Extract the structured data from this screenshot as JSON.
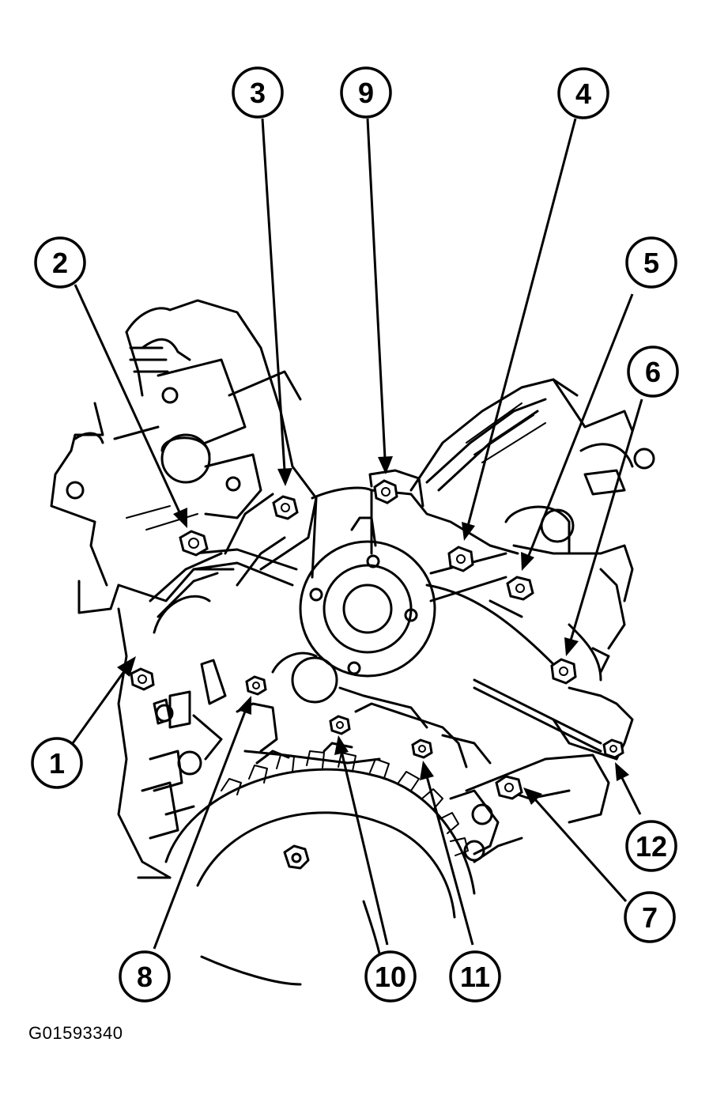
{
  "figure": {
    "id_label": "G01593340"
  },
  "callouts": [
    {
      "number": "1"
    },
    {
      "number": "2"
    },
    {
      "number": "3"
    },
    {
      "number": "4"
    },
    {
      "number": "5"
    },
    {
      "number": "6"
    },
    {
      "number": "7"
    },
    {
      "number": "8"
    },
    {
      "number": "9"
    },
    {
      "number": "10"
    },
    {
      "number": "11"
    },
    {
      "number": "12"
    }
  ]
}
